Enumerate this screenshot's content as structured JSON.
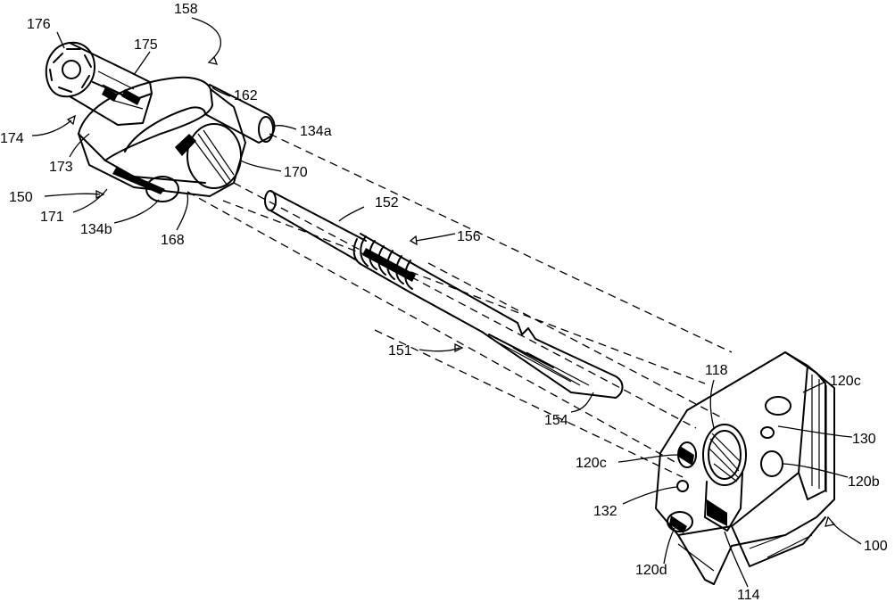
{
  "figure": {
    "labels": {
      "l176": "176",
      "l158": "158",
      "l175": "175",
      "l162": "162",
      "l174": "174",
      "l134a": "134a",
      "l173": "173",
      "l170": "170",
      "l150": "150",
      "l171": "171",
      "l134b": "134b",
      "l168": "168",
      "l152": "152",
      "l156": "156",
      "l151": "151",
      "l154": "154",
      "l118": "118",
      "l120c_top": "120c",
      "l130": "130",
      "l120c_left": "120c",
      "l120b": "120b",
      "l132": "132",
      "l100": "100",
      "l120d": "120d",
      "l114": "114"
    }
  }
}
